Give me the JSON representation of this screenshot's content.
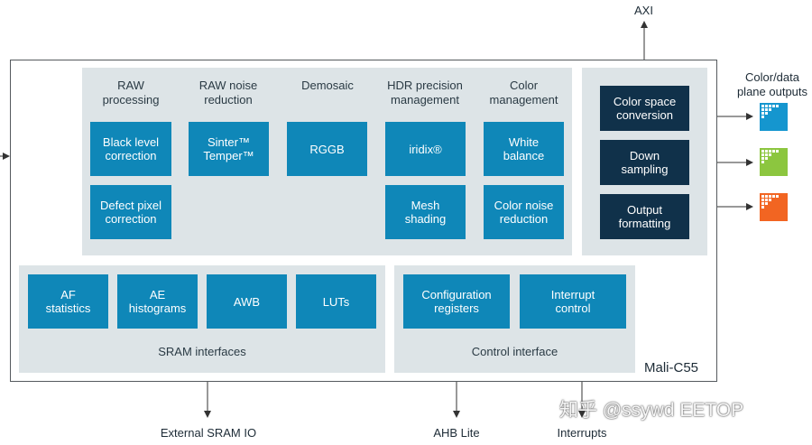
{
  "top_label": "AXI",
  "outputs_label": "Color/data\nplane outputs",
  "chip_name": "Mali-C55",
  "pipeline": {
    "columns": [
      {
        "label": "RAW\nprocessing",
        "blocks": [
          "Black level\ncorrection",
          "Defect pixel\ncorrection"
        ]
      },
      {
        "label": "RAW noise\nreduction",
        "blocks": [
          "Sinter™\nTemper™"
        ]
      },
      {
        "label": "Demosaic",
        "blocks": [
          "RGGB"
        ]
      },
      {
        "label": "HDR precision\nmanagement",
        "blocks": [
          "iridix®",
          "Mesh\nshading"
        ]
      },
      {
        "label": "Color\nmanagement",
        "blocks": [
          "White\nbalance",
          "Color noise\nreduction"
        ]
      }
    ]
  },
  "output_stage": {
    "blocks": [
      "Color space\nconversion",
      "Down\nsampling",
      "Output\nformatting"
    ]
  },
  "sram": {
    "blocks": [
      "AF\nstatistics",
      "AE\nhistograms",
      "AWB",
      "LUTs"
    ],
    "label": "SRAM interfaces"
  },
  "control": {
    "blocks": [
      "Configuration\nregisters",
      "Interrupt\ncontrol"
    ],
    "label": "Control interface"
  },
  "bottom_labels": {
    "sram_io": "External SRAM IO",
    "ahb": "AHB Lite",
    "interrupts": "Interrupts"
  },
  "watermark": "知乎 @ssywd EETOP",
  "colors": {
    "block": "#0f87b8",
    "dark_block": "#10314a",
    "panel": "#dde4e7",
    "output_blue": "#1596cf",
    "output_green": "#8cc63f",
    "output_orange": "#f26522"
  },
  "icons": [
    "output-blue-icon",
    "output-green-icon",
    "output-orange-icon"
  ]
}
